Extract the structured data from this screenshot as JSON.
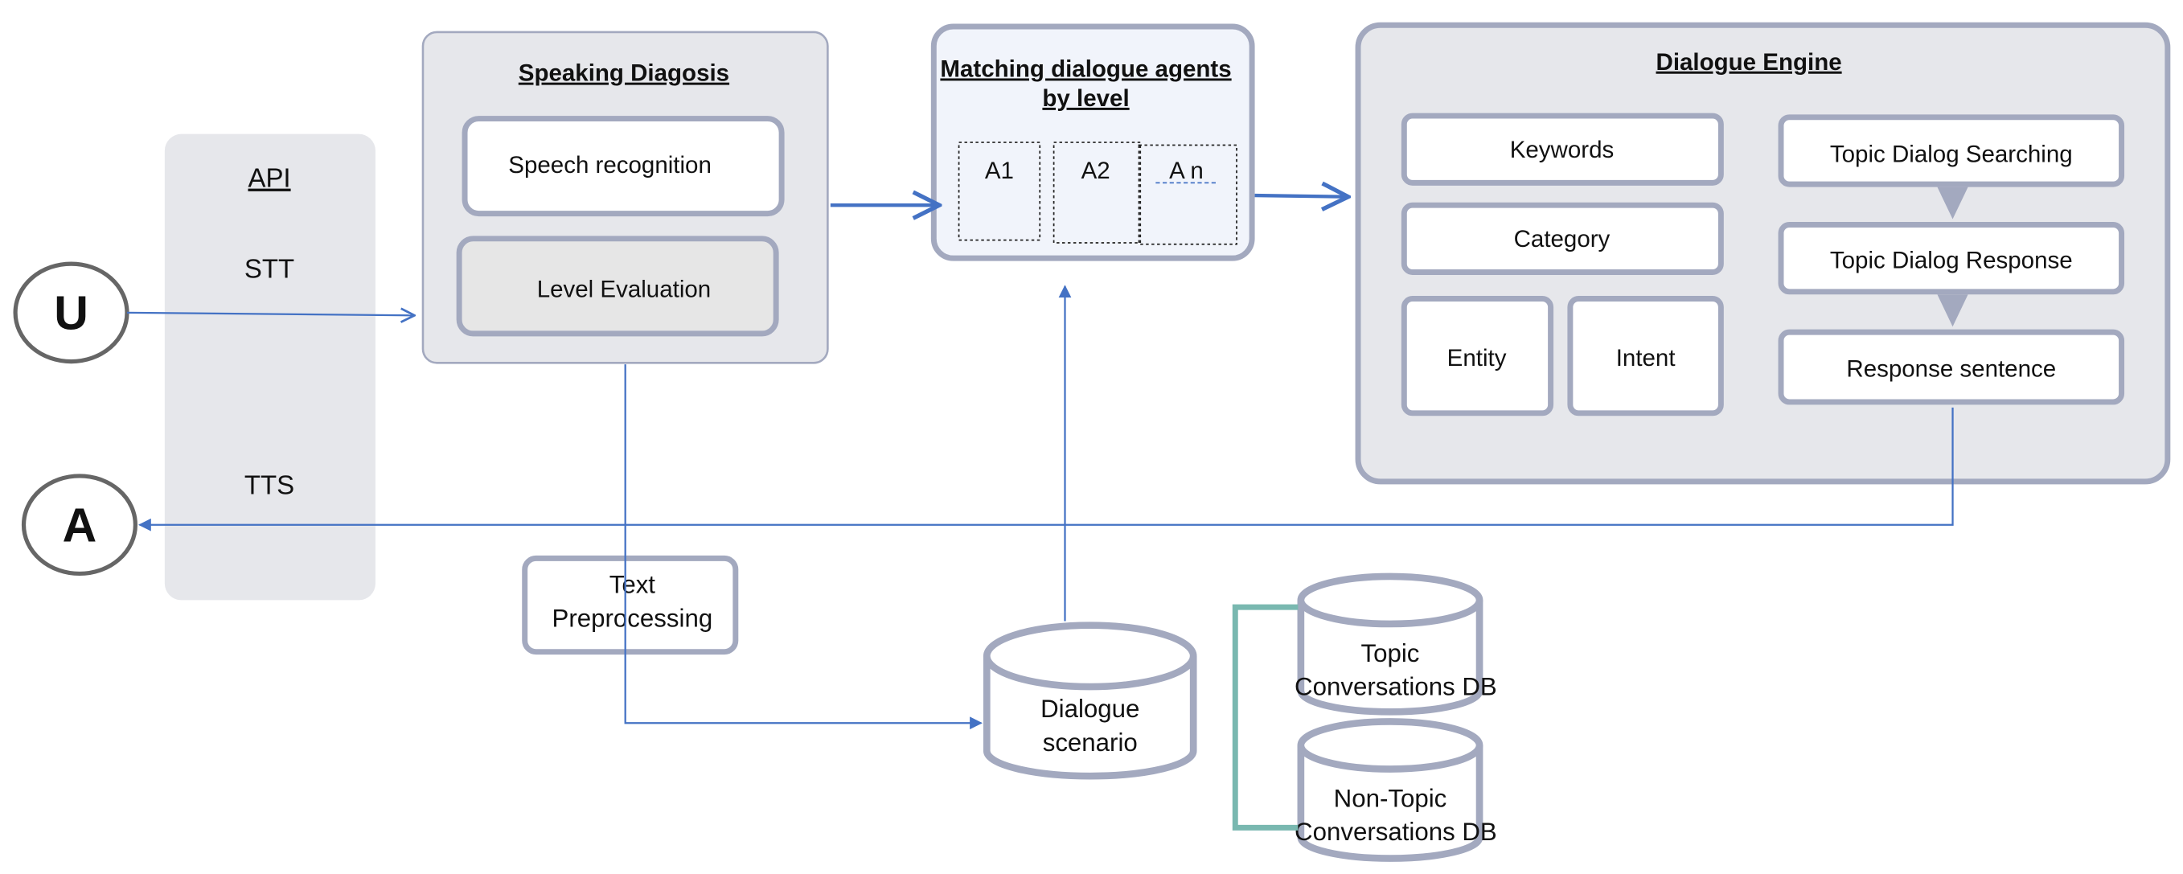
{
  "api": {
    "title": "API",
    "stt": "STT",
    "tts": "TTS"
  },
  "nodes": {
    "user": "U",
    "agent": "A"
  },
  "speaking": {
    "title": "Speaking Diagosis",
    "speech": "Speech recognition",
    "level": "Level Evaluation"
  },
  "text_pre": {
    "line1": "Text",
    "line2": "Preprocessing"
  },
  "matching": {
    "title_line1": "Matching dialogue agents",
    "title_line2": "by level",
    "agents": [
      "A1",
      "A2",
      "A n"
    ]
  },
  "engine": {
    "title": "Dialogue Engine",
    "keywords": "Keywords",
    "category": "Category",
    "entity": "Entity",
    "intent": "Intent",
    "topic_search": "Topic Dialog Searching",
    "topic_response": "Topic Dialog Response",
    "response_sentence": "Response sentence"
  },
  "db": {
    "scenario_line1": "Dialogue",
    "scenario_line2": "scenario",
    "topic_line1": "Topic",
    "topic_line2": "Conversations DB",
    "nontopic_line1": "Non-Topic",
    "nontopic_line2": "Conversations DB"
  },
  "colors": {
    "box_fill": "#e6e7eb",
    "box_border": "#a3a9bf",
    "arrow": "#4472c4",
    "bracket": "#79b8b0"
  }
}
